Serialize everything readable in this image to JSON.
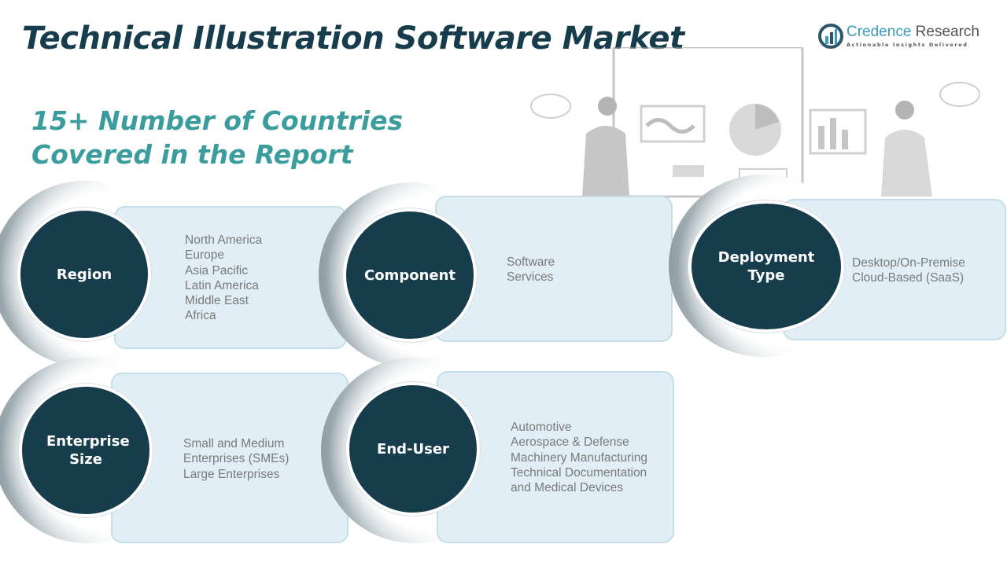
{
  "title": "Technical Illustration Software Market",
  "subtitle": {
    "line1": "15+ Number of Countries",
    "line2": "Covered in the Report"
  },
  "logo": {
    "brand_part1": "Credence",
    "brand_part2": " Research",
    "tagline": "Actionable Insights Delivered",
    "color": "#3a9cb8"
  },
  "colors": {
    "circle": "#173d4c",
    "panel": "#e1eef5",
    "accent": "#3a9c9c"
  },
  "segments": [
    {
      "label": "Region",
      "items": [
        "North America",
        "Europe",
        "Asia Pacific",
        "Latin America",
        "Middle East",
        "Africa"
      ]
    },
    {
      "label": "Component",
      "items": [
        "Software",
        "Services"
      ]
    },
    {
      "label": "Deployment Type",
      "items": [
        "Desktop/On-Premise",
        "Cloud-Based (SaaS)"
      ]
    },
    {
      "label": "Enterprise Size",
      "items": [
        "Small and Medium",
        "Enterprises (SMEs)",
        "Large Enterprises"
      ]
    },
    {
      "label": "End-User",
      "items": [
        "Automotive",
        "Aerospace & Defense",
        "Machinery Manufacturing",
        "Technical Documentation",
        "and Medical Devices"
      ]
    }
  ]
}
